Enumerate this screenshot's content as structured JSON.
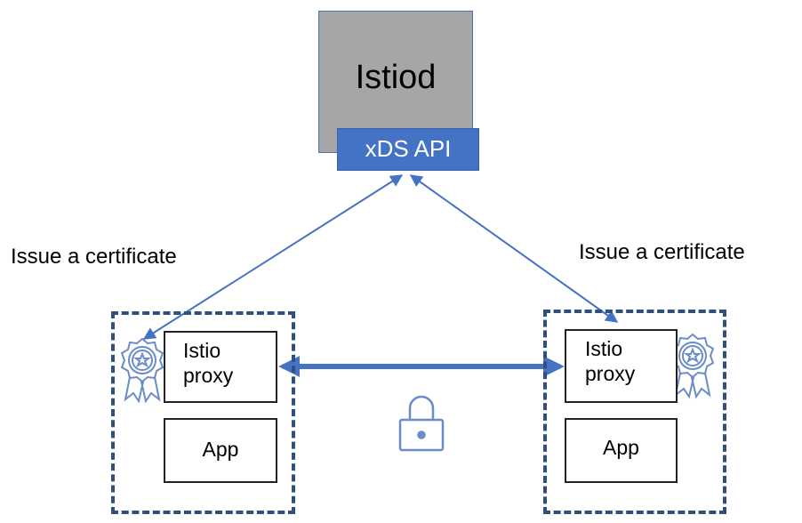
{
  "control_plane": {
    "title": "Istiod",
    "api_label": "xDS API"
  },
  "labels": {
    "issue_left": "Issue a certificate",
    "issue_right": "Issue a certificate"
  },
  "pods": [
    {
      "proxy_line1": "Istio",
      "proxy_line2": "proxy",
      "app": "App"
    },
    {
      "proxy_line1": "Istio",
      "proxy_line2": "proxy",
      "app": "App"
    }
  ],
  "icons": {
    "certificate": "certificate-badge-icon",
    "lock": "lock-icon"
  },
  "colors": {
    "istiod_fill": "#a6a6a6",
    "api_fill": "#4472c4",
    "api_text": "#ffffff",
    "connection_line": "#4472c4",
    "pod_border": "#2f4f7f",
    "icon_stroke": "#6b8cc7"
  }
}
